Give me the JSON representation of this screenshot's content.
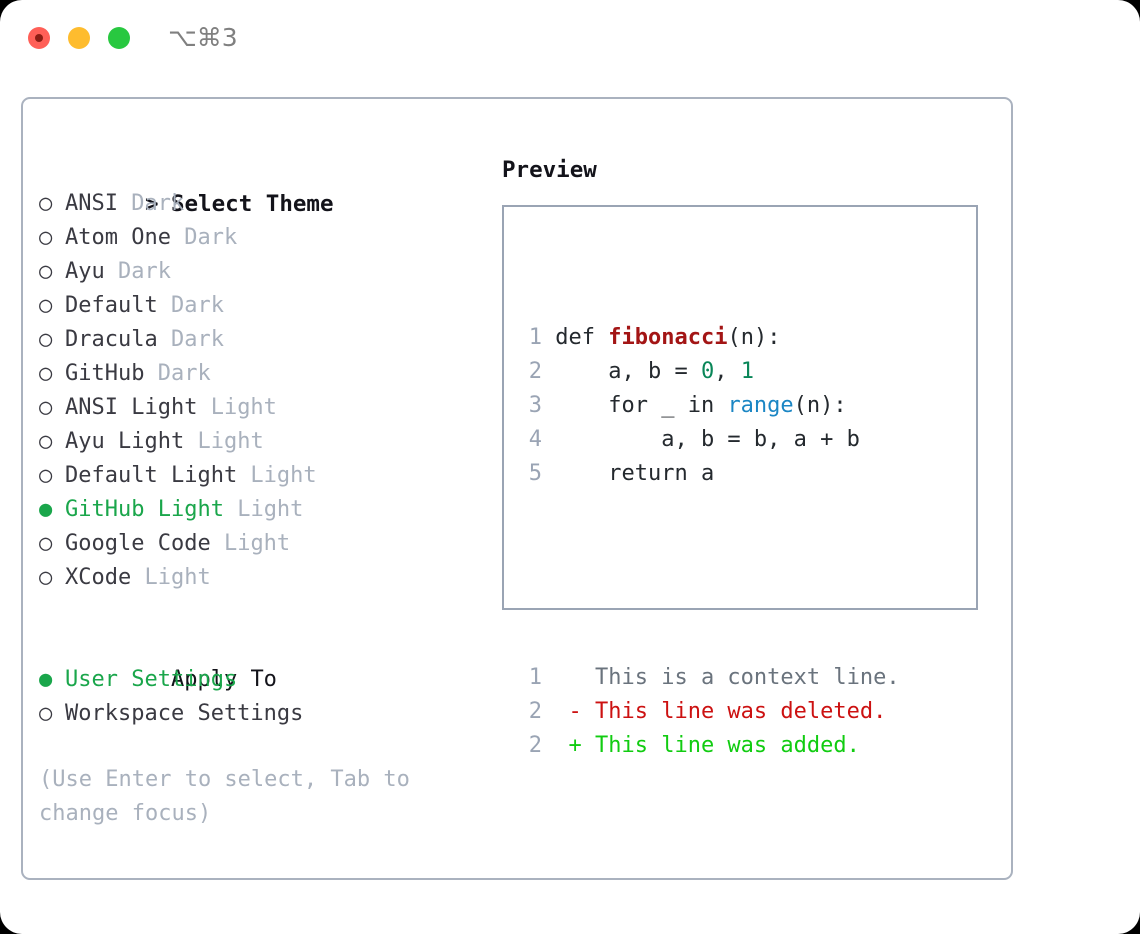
{
  "window": {
    "title": "⌥⌘3",
    "controls": [
      {
        "name": "close",
        "color": "#ff5f57"
      },
      {
        "name": "minimize",
        "color": "#febc2e"
      },
      {
        "name": "maximize",
        "color": "#28c840"
      }
    ]
  },
  "theme_picker": {
    "heading": "Select Theme",
    "heading_prefix": ">",
    "marker_unselected": "○",
    "marker_selected": "●",
    "selected_accent": "#1aa64b",
    "items": [
      {
        "name": "ANSI",
        "category": "Dark",
        "selected": false
      },
      {
        "name": "Atom One",
        "category": "Dark",
        "selected": false
      },
      {
        "name": "Ayu",
        "category": "Dark",
        "selected": false
      },
      {
        "name": "Default",
        "category": "Dark",
        "selected": false
      },
      {
        "name": "Dracula",
        "category": "Dark",
        "selected": false
      },
      {
        "name": "GitHub",
        "category": "Dark",
        "selected": false
      },
      {
        "name": "ANSI Light",
        "category": "Light",
        "selected": false
      },
      {
        "name": "Ayu Light",
        "category": "Light",
        "selected": false
      },
      {
        "name": "Default Light",
        "category": "Light",
        "selected": false
      },
      {
        "name": "GitHub Light",
        "category": "Light",
        "selected": true
      },
      {
        "name": "Google Code",
        "category": "Light",
        "selected": false
      },
      {
        "name": "XCode",
        "category": "Light",
        "selected": false
      }
    ]
  },
  "apply_to": {
    "heading": "Apply To",
    "options": [
      {
        "label": "User Settings",
        "selected": true
      },
      {
        "label": "Workspace Settings",
        "selected": false
      }
    ]
  },
  "hint": "(Use Enter to select, Tab to change focus)",
  "preview": {
    "title": "Preview",
    "code_lines": [
      {
        "num": "1",
        "tokens": [
          {
            "text": "def ",
            "kind": "plain"
          },
          {
            "text": "fibonacci",
            "kind": "fn"
          },
          {
            "text": "(n):",
            "kind": "plain"
          }
        ]
      },
      {
        "num": "2",
        "tokens": [
          {
            "text": "    a, b = ",
            "kind": "plain"
          },
          {
            "text": "0",
            "kind": "num"
          },
          {
            "text": ", ",
            "kind": "plain"
          },
          {
            "text": "1",
            "kind": "num"
          }
        ]
      },
      {
        "num": "3",
        "tokens": [
          {
            "text": "    for _ in ",
            "kind": "plain"
          },
          {
            "text": "range",
            "kind": "call"
          },
          {
            "text": "(n):",
            "kind": "plain"
          }
        ]
      },
      {
        "num": "4",
        "tokens": [
          {
            "text": "        a, b = b, a + b",
            "kind": "plain"
          }
        ]
      },
      {
        "num": "5",
        "tokens": [
          {
            "text": "    return a",
            "kind": "plain"
          }
        ]
      }
    ],
    "diff_lines": [
      {
        "num": "1",
        "sign": " ",
        "text": "This is a context line.",
        "kind": "context"
      },
      {
        "num": "2",
        "sign": "-",
        "text": "This line was deleted.",
        "kind": "deleted"
      },
      {
        "num": "2",
        "sign": "+",
        "text": "This line was added.",
        "kind": "added"
      }
    ]
  }
}
